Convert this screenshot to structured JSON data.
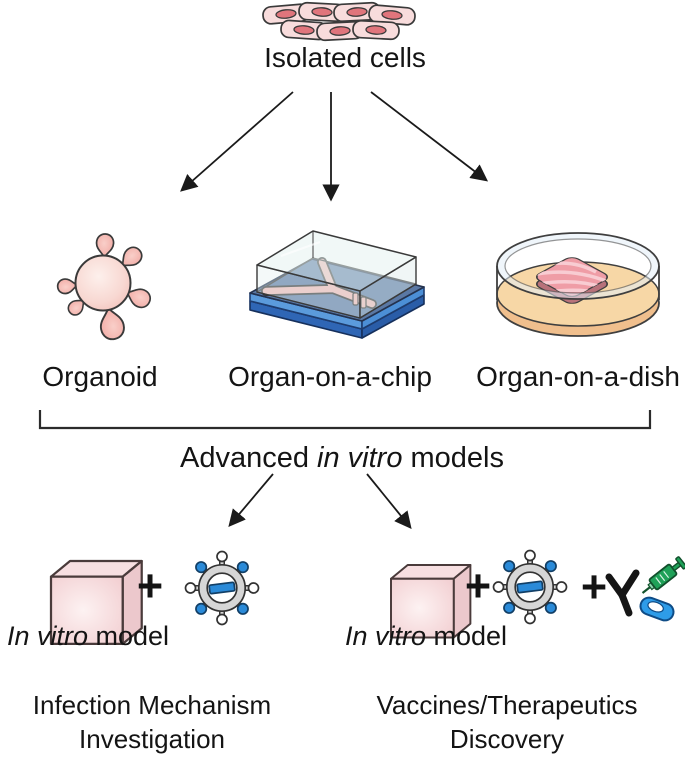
{
  "figure": {
    "top": {
      "label": "Isolated cells"
    },
    "models": {
      "organoid_label": "Organoid",
      "chip_label": "Organ-on-a-chip",
      "dish_label": "Organ-on-a-dish"
    },
    "advanced_models": {
      "prefix": "Advanced ",
      "italic": "in vitro",
      "suffix": " models"
    },
    "applications": {
      "left": {
        "plus": "+",
        "model_italic": "In vitro",
        "model_rest": " model",
        "caption_line1": "Infection Mechanism",
        "caption_line2": "Investigation"
      },
      "right": {
        "plus_virus": "+",
        "plus_tools": "+",
        "model_italic": "In vitro",
        "model_rest": " model",
        "caption_line1": "Vaccines/Therapeutics",
        "caption_line2": "Discovery"
      }
    }
  },
  "icons": {
    "cells": "isolated-cells-icon",
    "organoid": "organoid-icon",
    "chip": "organ-on-a-chip-icon",
    "dish": "organ-on-a-dish-icon",
    "cube": "in-vitro-model-cube-icon",
    "virus": "virus-icon",
    "antibody": "antibody-icon",
    "syringe": "syringe-icon",
    "pill": "pill-icon"
  },
  "colors": {
    "cell_pink": "#f8dcdc",
    "nucleus_pink": "#e0757c",
    "organoid_pink": "#f5cdc7",
    "chip_blue": "#4c8fd6",
    "chip_surface": "#5a78a4",
    "channel_pink": "#f0bab6",
    "dish_medium_tan": "#f7d7a6",
    "tissue_pink": "#ef9da6",
    "virus_blue": "#2a8ad8",
    "virus_ring_gray": "#d6d6d6",
    "antibody_black": "#151515",
    "syringe_green": "#1fa158",
    "pill_blue": "#2e9ce8",
    "ink": "#1a1a1a"
  }
}
